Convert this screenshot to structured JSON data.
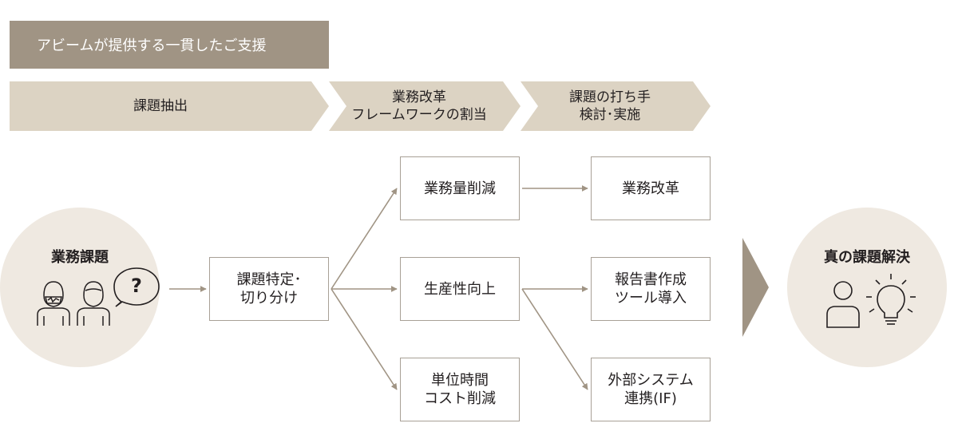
{
  "header": {
    "title": "アビームが提供する一貫したご支援"
  },
  "phases": [
    {
      "lines": [
        "課題抽出"
      ]
    },
    {
      "lines": [
        "業務改革",
        "フレームワークの割当"
      ]
    },
    {
      "lines": [
        "課題の打ち手",
        "検討･実施"
      ]
    }
  ],
  "start_circle": {
    "title": "業務課題",
    "bubble_mark": "?"
  },
  "identify_box": {
    "lines": [
      "課題特定･",
      "切り分け"
    ]
  },
  "middle_boxes": [
    {
      "lines": [
        "業務量削減"
      ]
    },
    {
      "lines": [
        "生産性向上"
      ]
    },
    {
      "lines": [
        "単位時間",
        "コスト削減"
      ]
    }
  ],
  "right_boxes": [
    {
      "lines": [
        "業務改革"
      ]
    },
    {
      "lines": [
        "報告書作成",
        "ツール導入"
      ]
    },
    {
      "lines": [
        "外部システム",
        "連携(IF)"
      ]
    }
  ],
  "end_circle": {
    "title": "真の課題解決"
  },
  "colors": {
    "header_bg": "#a09484",
    "phase_bg": "#dcd3c3",
    "circle_bg": "#efe9e1",
    "arrow": "#a09484",
    "box_border": "#a8a096",
    "icon_stroke": "#231f20"
  },
  "icons": [
    "person-icon",
    "masked-person-icon",
    "speech-bubble-icon",
    "lightbulb-icon"
  ]
}
